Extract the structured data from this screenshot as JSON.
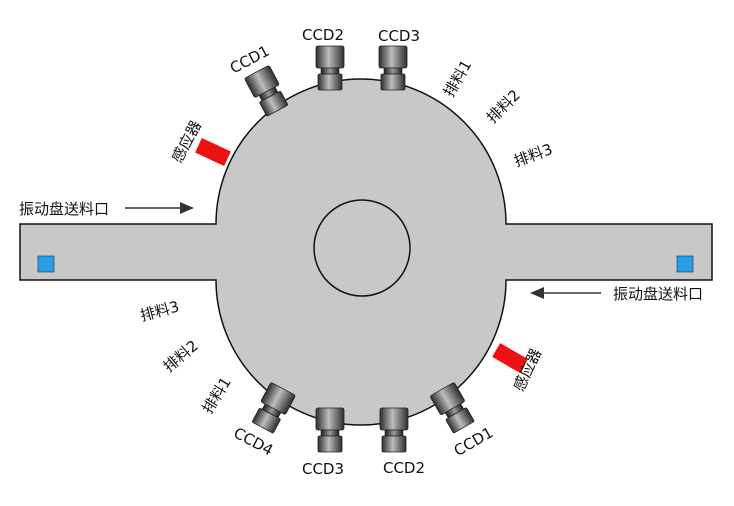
{
  "feed_left": "振动盘送料口",
  "feed_right": "振动盘送料口",
  "top": {
    "ccd1": "CCD1",
    "ccd2": "CCD2",
    "ccd3": "CCD3",
    "sensor": "感应器",
    "discharge1": "排料1",
    "discharge2": "排料2",
    "discharge3": "排料3"
  },
  "bottom": {
    "ccd1": "CCD1",
    "ccd2": "CCD2",
    "ccd3": "CCD3",
    "ccd4": "CCD4",
    "sensor": "感应器",
    "discharge1": "排料1",
    "discharge2": "排料2",
    "discharge3": "排料3"
  },
  "colors": {
    "disc": "#c8c8c8",
    "sensor": "#ee1111",
    "part": "#2a9fe8",
    "outline": "#111111"
  }
}
